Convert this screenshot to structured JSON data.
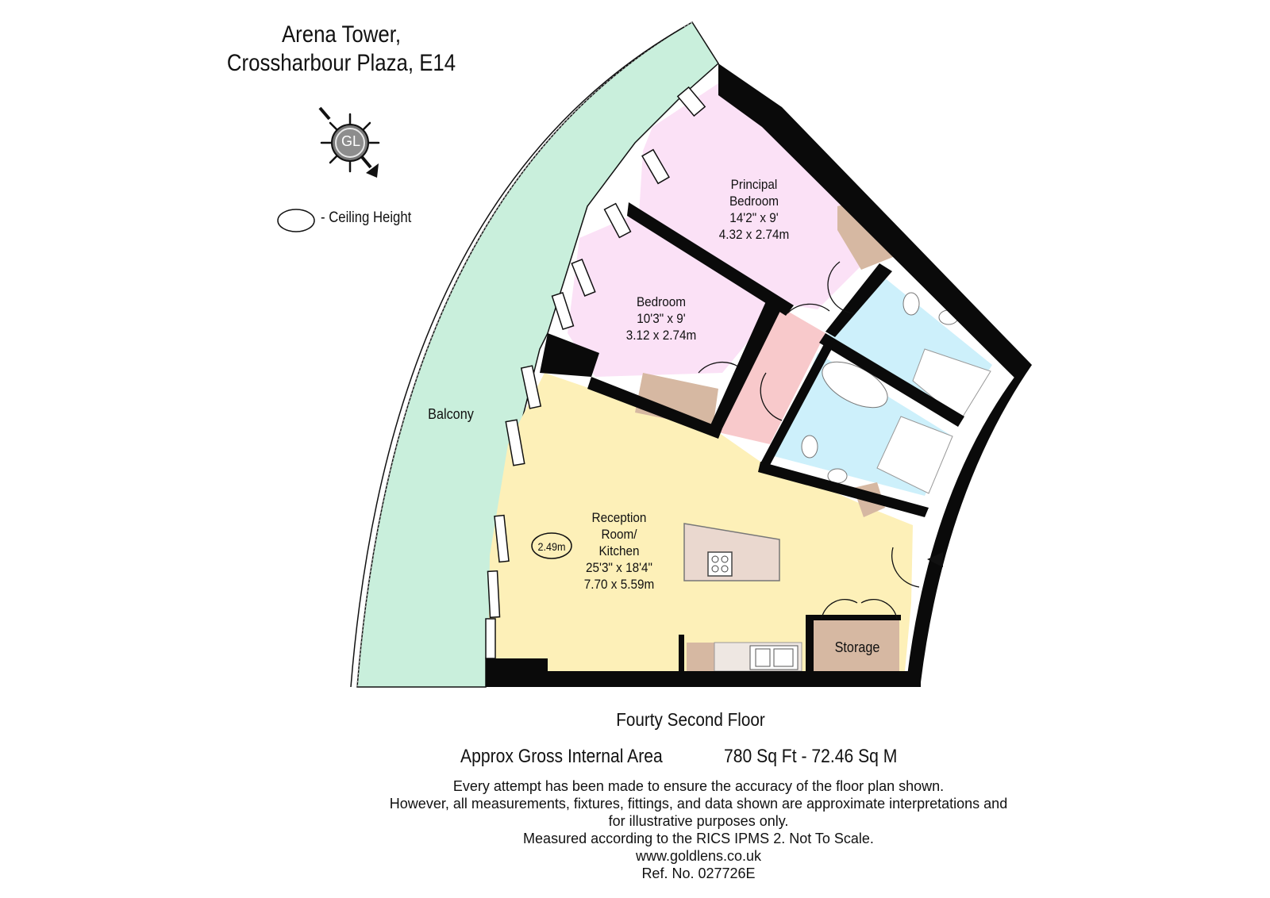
{
  "header": {
    "title_line1": "Arena Tower,",
    "title_line2": "Crossharbour Plaza, E14"
  },
  "compass": {
    "logo_text": "GL"
  },
  "legend": {
    "text": "- Ceiling Height"
  },
  "rooms": {
    "principal_bedroom": {
      "name_line1": "Principal",
      "name_line2": "Bedroom",
      "imperial": "14'2\" x 9'",
      "metric": "4.32 x 2.74m"
    },
    "bedroom": {
      "name": "Bedroom",
      "imperial": "10'3\" x 9'",
      "metric": "3.12 x 2.74m"
    },
    "reception": {
      "name_line1": "Reception",
      "name_line2": "Room/",
      "name_line3": "Kitchen",
      "imperial": "25'3\" x 18'4\"",
      "metric": "7.70 x 5.59m"
    },
    "balcony": {
      "name": "Balcony"
    },
    "storage": {
      "name": "Storage"
    },
    "ceiling_height": "2.49m"
  },
  "colors": {
    "wall": "#0a0a0a",
    "balcony": "#c9efdc",
    "bedroom": "#fbe1f6",
    "hall": "#f8c9cb",
    "reception": "#fdf0b8",
    "bathroom": "#cdf0fb",
    "storage": "#d6b8a2",
    "island": "#ead8cf"
  },
  "footer": {
    "floor_name": "Fourty Second Floor",
    "area_label": "Approx Gross Internal Area",
    "area_value": "780 Sq Ft  - 72.46 Sq M",
    "disclaimer_1": "Every attempt has been made to ensure the accuracy of the floor plan shown.",
    "disclaimer_2": "However, all measurements, fixtures, fittings, and data shown are approximate interpretations and",
    "disclaimer_3": "for illustrative purposes only.",
    "disclaimer_4": "Measured according to the RICS IPMS 2. Not To Scale.",
    "website": "www.goldlens.co.uk",
    "ref": "Ref. No. 027726E"
  }
}
